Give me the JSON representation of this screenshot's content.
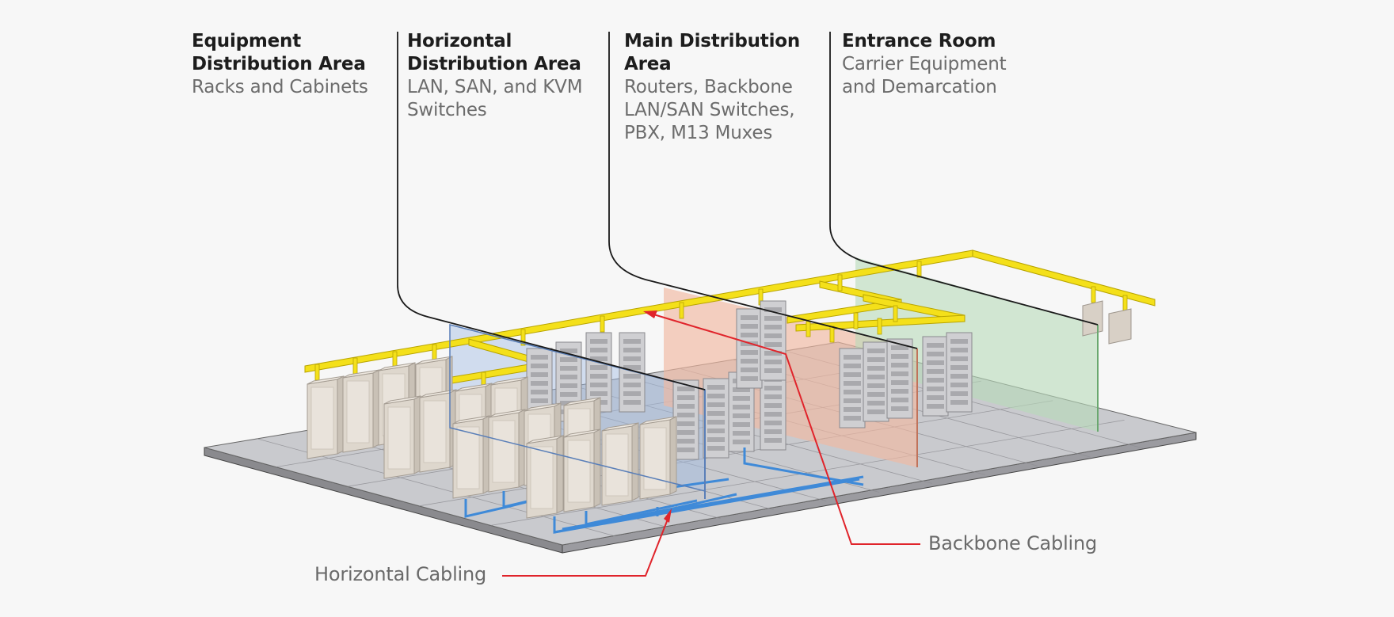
{
  "diagram": {
    "title": "Data Center Topology",
    "colors": {
      "background": "#f7f7f7",
      "floor_top": "#c9cace",
      "floor_edge": "#7c7c80",
      "cable_tray": "#f4e01a",
      "cabinet": "#ded7cd",
      "horizontal_cable": "#3f8ad8",
      "leader_line": "#1a1a1a",
      "callout_line": "#e0242b",
      "hda_zone": "#9fbbe3",
      "mda_zone": "#f1b9a2",
      "er_zone": "#b7dbb9"
    }
  },
  "zones": [
    {
      "id": "eda",
      "title_lines": [
        "Equipment",
        "Distribution Area"
      ],
      "desc_lines": [
        "Racks and Cabinets"
      ]
    },
    {
      "id": "hda",
      "title_lines": [
        "Horizontal",
        "Distribution Area"
      ],
      "desc_lines": [
        "LAN, SAN, and KVM",
        "Switches"
      ]
    },
    {
      "id": "mda",
      "title_lines": [
        "Main Distribution",
        "Area"
      ],
      "desc_lines": [
        "Routers, Backbone",
        "LAN/SAN Switches,",
        "PBX, M13 Muxes"
      ]
    },
    {
      "id": "er",
      "title_lines": [
        "Entrance Room"
      ],
      "desc_lines": [
        "Carrier Equipment",
        "and Demarcation"
      ]
    }
  ],
  "callouts": {
    "horizontal_cabling": "Horizontal Cabling",
    "backbone_cabling": "Backbone Cabling"
  }
}
